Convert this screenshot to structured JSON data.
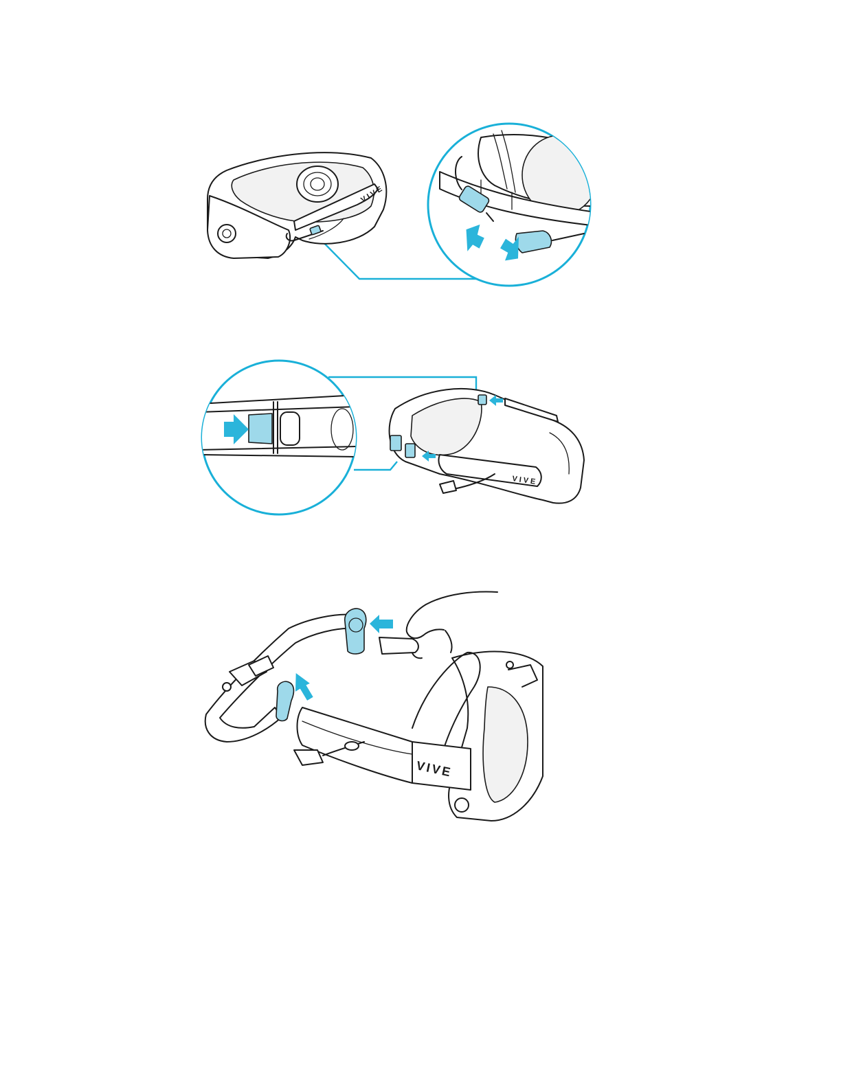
{
  "figures": [
    {
      "id": "fig-1",
      "brand_text": "VIVE"
    },
    {
      "id": "fig-2",
      "brand_text": "VIVE"
    },
    {
      "id": "fig-3",
      "brand_text": "VIVE"
    }
  ],
  "colors": {
    "callout": "#19b0d8",
    "arrow": "#2bb5db",
    "highlight": "#9ed9ea",
    "line": "#1a1a1a"
  },
  "icons": [
    "callout-circle",
    "arrow-icon",
    "cable-connector",
    "strap-clip"
  ]
}
